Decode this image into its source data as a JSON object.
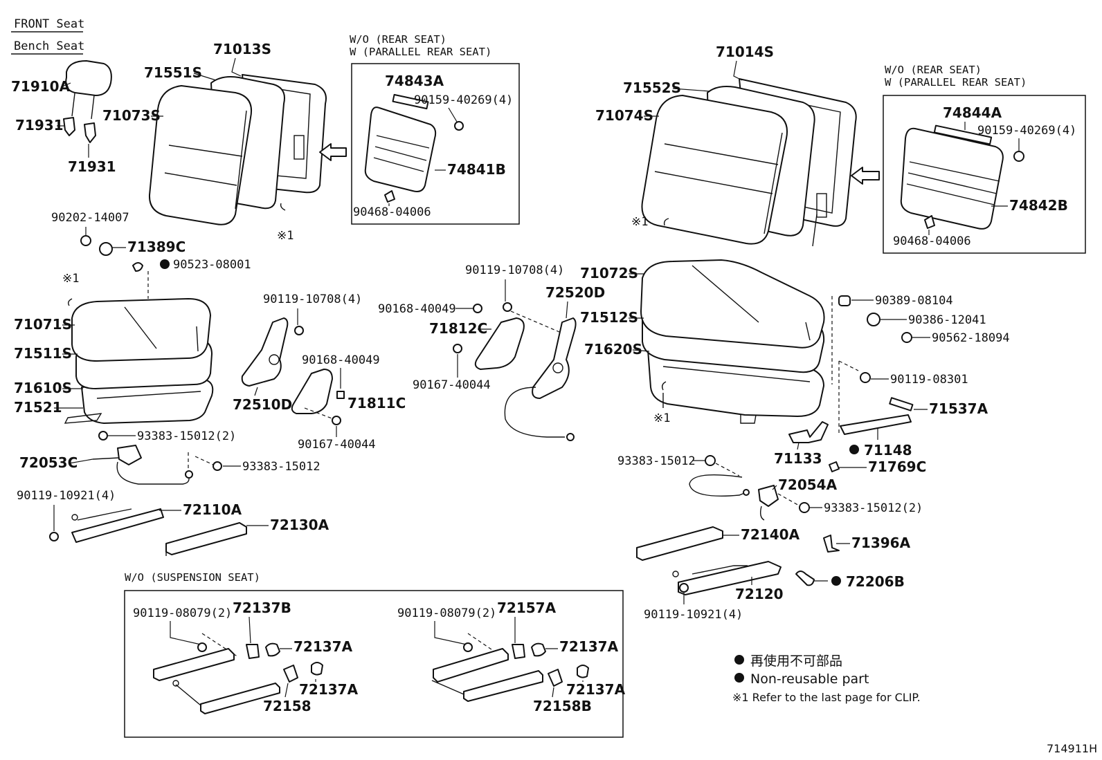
{
  "headings": {
    "front_seat": "FRONT Seat",
    "bench_seat": "Bench Seat"
  },
  "options": {
    "rear_left_line1": "W/O (REAR SEAT)",
    "rear_left_line2": "W (PARALLEL REAR SEAT)",
    "rear_right_line1": "W/O (REAR SEAT)",
    "rear_right_line2": "W (PARALLEL REAR SEAT)",
    "suspension": "W/O (SUSPENSION SEAT)"
  },
  "parts": {
    "p71013S": "71013S",
    "p71551S": "71551S",
    "p71910A": "71910A",
    "p71073S": "71073S",
    "p71931a": "71931",
    "p71931b": "71931",
    "p74843A": "74843A",
    "p90159_40269_a": "90159-40269(4)",
    "p74841B": "74841B",
    "p90468_04006_a": "90468-04006",
    "p90202_14007": "90202-14007",
    "p71389C": "71389C",
    "p90523_08001": "90523-08001",
    "p71071S": "71071S",
    "p71511S": "71511S",
    "p71610S": "71610S",
    "p71521": "71521",
    "p90119_10708_a": "90119-10708(4)",
    "p72510D": "72510D",
    "p90168_40049_a": "90168-40049",
    "p71811C": "71811C",
    "p90167_40044_a": "90167-40044",
    "p93383_15012_2a": "93383-15012(2)",
    "p72053C": "72053C",
    "p93383_15012_a": "93383-15012",
    "p90119_10921_4a": "90119-10921(4)",
    "p72110A": "72110A",
    "p72130A": "72130A",
    "p71014S": "71014S",
    "p71552S": "71552S",
    "p71074S": "71074S",
    "p74844A": "74844A",
    "p90159_40269_b": "90159-40269(4)",
    "p74842B": "74842B",
    "p90468_04006_b": "90468-04006",
    "p90119_10708_b": "90119-10708(4)",
    "p72520D": "72520D",
    "p90168_40049_b": "90168-40049",
    "p71812C": "71812C",
    "p90167_40044_b": "90167-40044",
    "p71072S": "71072S",
    "p71512S": "71512S",
    "p71620S": "71620S",
    "p90389_08104": "90389-08104",
    "p90386_12041": "90386-12041",
    "p90562_18094": "90562-18094",
    "p90119_08301": "90119-08301",
    "p71537A": "71537A",
    "p71148": "71148",
    "p71133": "71133",
    "p71769C": "71769C",
    "p93383_15012_b": "93383-15012",
    "p72054A": "72054A",
    "p93383_15012_2b": "93383-15012(2)",
    "p72140A": "72140A",
    "p71396A": "71396A",
    "p72120": "72120",
    "p72206B": "72206B",
    "p90119_10921_4b": "90119-10921(4)",
    "p90119_08079_2a": "90119-08079(2)",
    "p72137B": "72137B",
    "p72137A_a": "72137A",
    "p72137A_b": "72137A",
    "p72158": "72158",
    "p90119_08079_2b": "90119-08079(2)",
    "p72157A": "72157A",
    "p72137A_c": "72137A",
    "p72137A_d": "72137A",
    "p72158B": "72158B"
  },
  "clip_marks": {
    "m1": "※1",
    "m2": "※1",
    "m3": "※1",
    "m4": "※1"
  },
  "legend": {
    "non_reusable_jp": "再使用不可部品",
    "non_reusable_en": "Non-reusable part",
    "clip_note": "※1  Refer to the last page for CLIP."
  },
  "figure_id": "714911H"
}
